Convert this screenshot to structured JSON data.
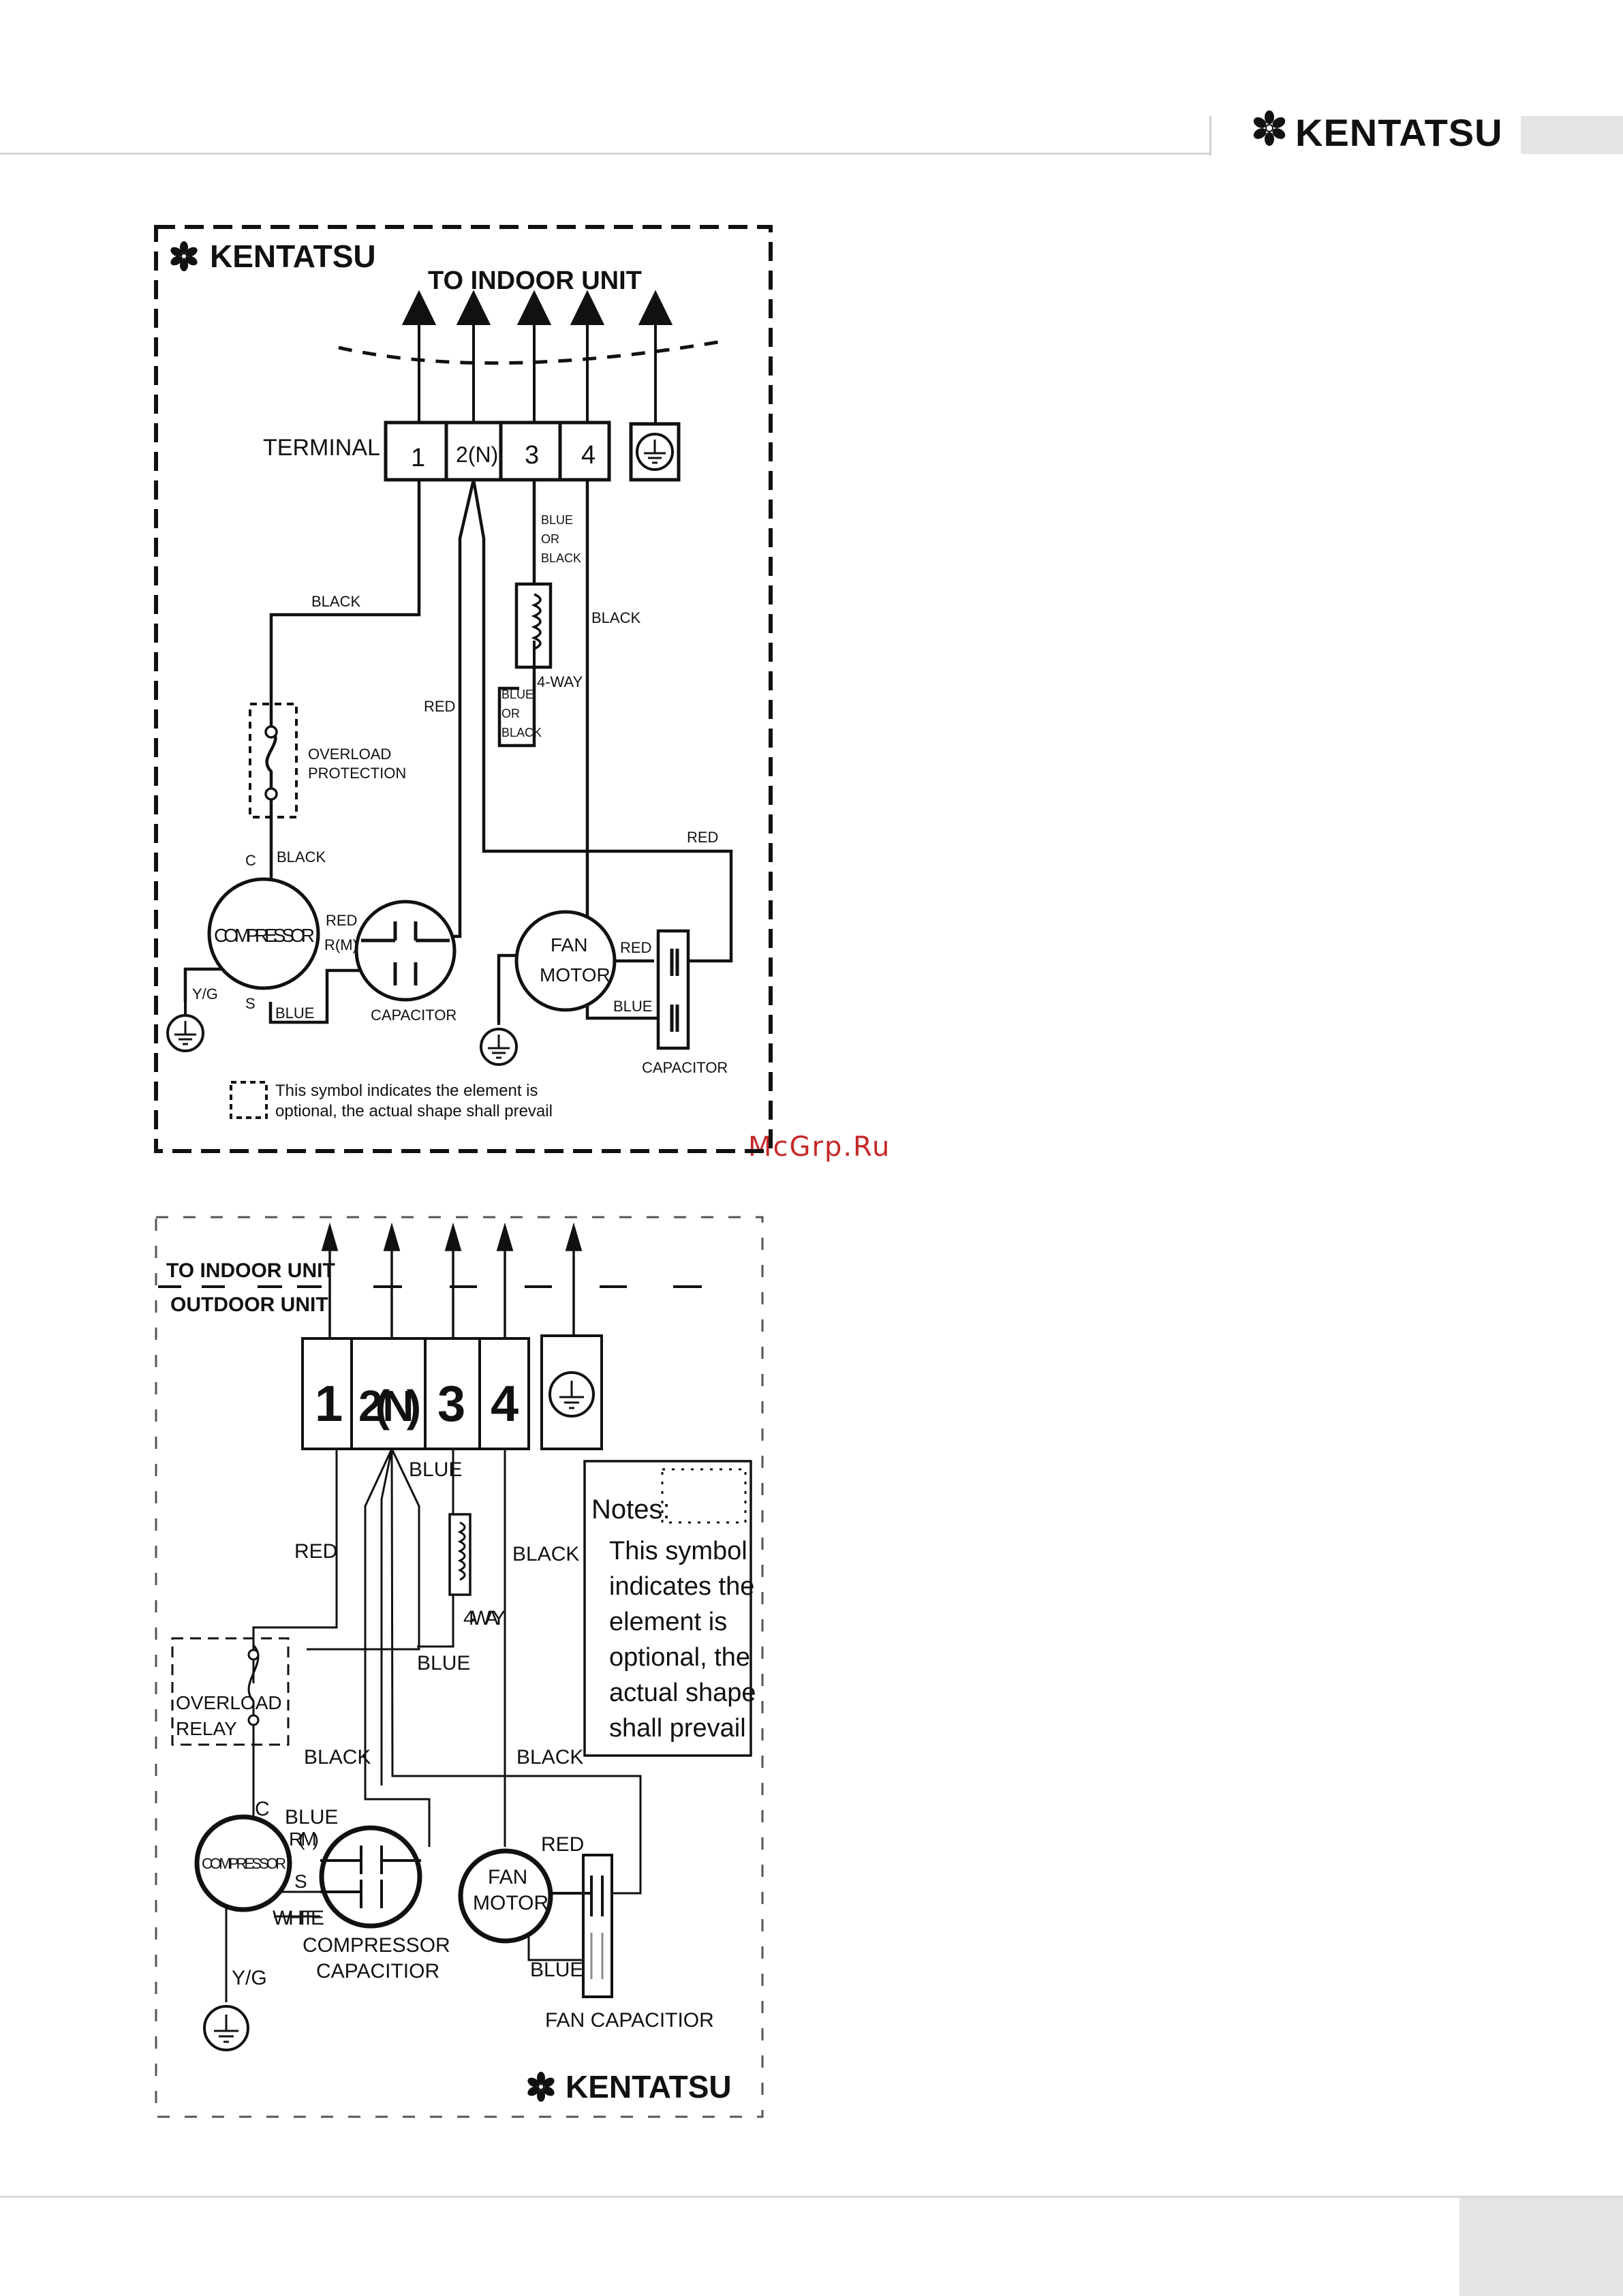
{
  "page": {
    "brand": "KENTATSU",
    "watermark": "McGrp.Ru"
  },
  "icons": {
    "brand_mark": "flower-gear-icon",
    "ground": "ground-symbol-icon"
  },
  "diagram1": {
    "brand": "KENTATSU",
    "title": "TO INDOOR UNIT",
    "terminal_label": "TERMINAL",
    "terminals": [
      "1",
      "2(N)",
      "3",
      "4"
    ],
    "wire_black_1": "BLACK",
    "wire_blue_top": [
      "BLUE",
      "OR",
      "BLACK"
    ],
    "wire_blue_bottom": [
      "BLUE",
      "OR",
      "BLACK"
    ],
    "four_way": "4-WAY",
    "wire_black_4": "BLACK",
    "wire_red_mid": "RED",
    "overload": [
      "OVERLOAD",
      "PROTECTION"
    ],
    "c_label": "C",
    "wire_black_c": "BLACK",
    "red_right": "RED",
    "compressor": "COMPRESSOR",
    "red_r": "RED",
    "rm": "R(M)",
    "s": "S",
    "blue_s": "BLUE",
    "yg": "Y/G",
    "capacitor": "CAPACITOR",
    "fan_motor": [
      "FAN",
      "MOTOR"
    ],
    "fan_red": "RED",
    "fan_blue": "BLUE",
    "fan_capacitor": "CAPACITOR",
    "note": [
      "This symbol indicates the element is",
      "optional, the actual shape shall prevail"
    ]
  },
  "diagram2": {
    "to_indoor": "TO INDOOR UNIT",
    "outdoor": "OUTDOOR UNIT",
    "terminals": [
      "1",
      "2(N)",
      "3",
      "4"
    ],
    "blue_top": "BLUE",
    "red": "RED",
    "black_4": "BLACK",
    "four_way": "4-WAY",
    "blue_bottom": "BLUE",
    "overload": [
      "OVERLOAD",
      "RELAY"
    ],
    "black_left": "BLACK",
    "black_right": "BLACK",
    "notes_title": "Notes:",
    "notes": [
      "This symbol",
      "indicates the",
      "element is",
      "optional, the",
      "actual shape",
      "shall prevail"
    ],
    "c": "C",
    "blue_c": "BLUE",
    "rm": "R(M)",
    "s": "S",
    "white": "WHITE",
    "compressor": "COMPRESSOR",
    "comp_cap": [
      "COMPRESSOR",
      "CAPACITIOR"
    ],
    "yg": "Y/G",
    "fan_motor": [
      "FAN",
      "MOTOR"
    ],
    "red_fan": "RED",
    "blue_fan": "BLUE",
    "fan_cap": "FAN CAPACITIOR",
    "brand": "KENTATSU"
  }
}
